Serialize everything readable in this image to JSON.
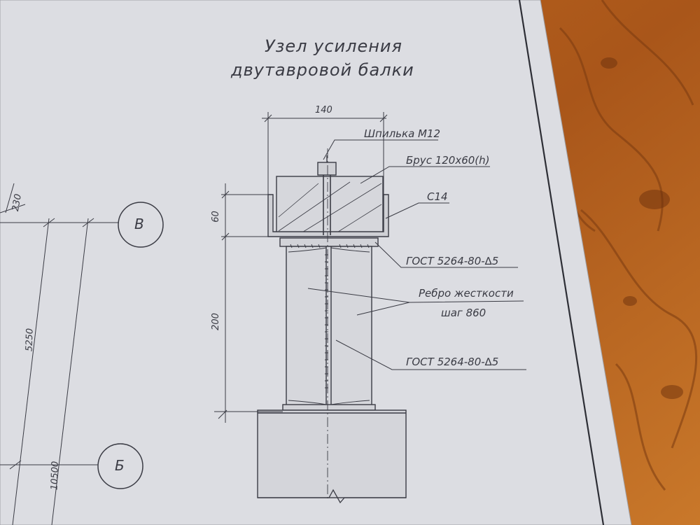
{
  "title": {
    "line1": "Узел усиления",
    "line2": "двутавровой балки"
  },
  "callouts": {
    "stud": "Шпилька М12",
    "timber": "Брус 120х60(h)",
    "channel": "С14",
    "weld_top": "ГОСТ 5264-80-∆5",
    "rib_line1": "Ребро жесткости",
    "rib_line2": "шаг 860",
    "weld_bottom": "ГОСТ 5264-80-∆5"
  },
  "dimensions": {
    "width_top": "140",
    "height_channel": "60",
    "height_beam": "200",
    "left_span": "5250",
    "left_total": "10500",
    "left_offset": "230"
  },
  "axis_markers": {
    "upper": "В",
    "lower": "Б"
  },
  "colors": {
    "paper": "#dedfe3",
    "ink": "#3a3b44",
    "wood": "#b7611d"
  }
}
